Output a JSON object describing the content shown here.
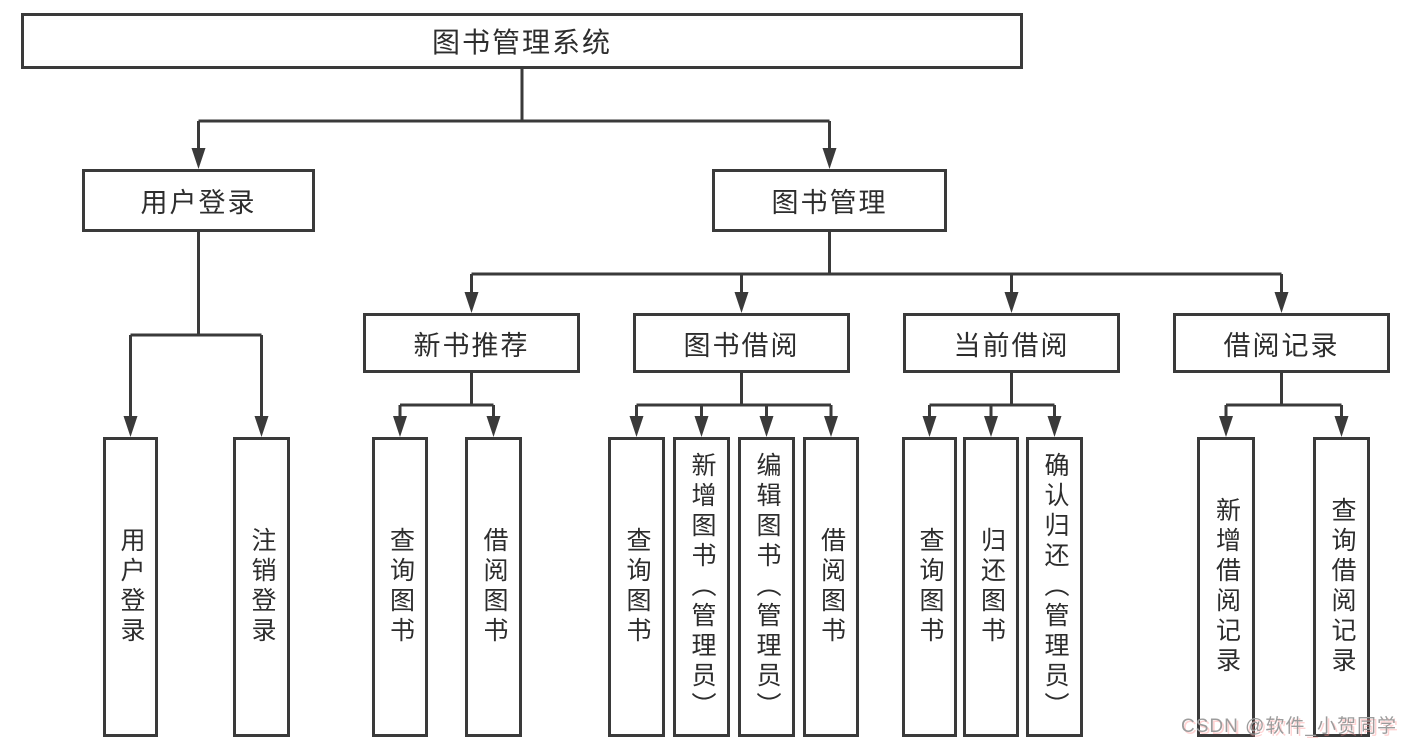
{
  "diagram_type": "hierarchy-tree",
  "watermark": "CSDN @软件_小贺同学",
  "colors": {
    "line": "#3a3a3a",
    "box_border": "#3a3a3a",
    "text": "#2d2d2d",
    "background": "#ffffff",
    "watermark_text": "#9c9c9c"
  },
  "tree": {
    "label": "图书管理系统",
    "children": [
      {
        "label": "用户登录",
        "children": [
          {
            "label": "用户登录"
          },
          {
            "label": "注销登录"
          }
        ]
      },
      {
        "label": "图书管理",
        "children": [
          {
            "label": "新书推荐",
            "children": [
              {
                "label": "查询图书"
              },
              {
                "label": "借阅图书"
              }
            ]
          },
          {
            "label": "图书借阅",
            "children": [
              {
                "label": "查询图书"
              },
              {
                "label": "新增图书（管理员）"
              },
              {
                "label": "编辑图书（管理员）"
              },
              {
                "label": "借阅图书"
              }
            ]
          },
          {
            "label": "当前借阅",
            "children": [
              {
                "label": "查询图书"
              },
              {
                "label": "归还图书"
              },
              {
                "label": "确认归还（管理员）"
              }
            ]
          },
          {
            "label": "借阅记录",
            "children": [
              {
                "label": "新增借阅记录"
              },
              {
                "label": "查询借阅记录"
              }
            ]
          }
        ]
      }
    ]
  }
}
